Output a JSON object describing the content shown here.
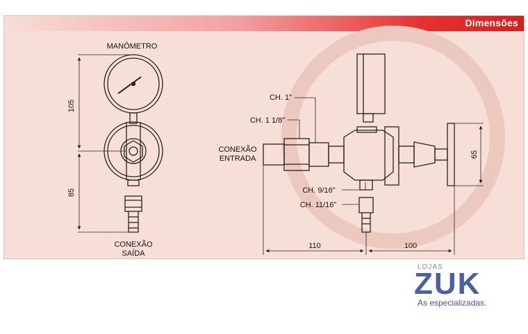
{
  "header": {
    "title": "Dimensões"
  },
  "labels": {
    "manometro": "MANÔMETRO",
    "conexao_saida_1": "CONEXÃO",
    "conexao_saida_2": "SAÍDA",
    "conexao_entrada_1": "CONEXÃO",
    "conexao_entrada_2": "ENTRADA",
    "ch_1": "CH. 1\"",
    "ch_1_1_8": "CH. 1 1/8\"",
    "ch_9_16": "CH. 9/16\"",
    "ch_11_16": "CH. 11/16\""
  },
  "dimensions": {
    "gauge_height": "105",
    "outlet_height": "85",
    "handle_height": "65",
    "inlet_length": "110",
    "handle_length": "100"
  },
  "brand": {
    "lojas": "LOJAS",
    "name": "ZUK",
    "tagline": "As especializadas."
  },
  "colors": {
    "header_red": "#d41f1f",
    "panel_bg": "#f7ded6",
    "brand_blue": "#4b5fa3"
  }
}
